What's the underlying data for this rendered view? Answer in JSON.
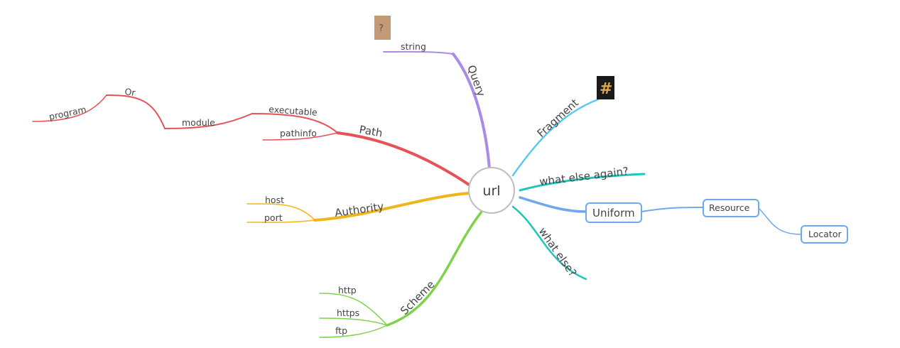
{
  "root": {
    "label": "url"
  },
  "colors": {
    "query": "#a98be8",
    "fragment": "#5bc8f2",
    "again": "#1fc6b8",
    "uniform": "#6fa7f0",
    "whatelse": "#1fc6b8",
    "scheme": "#7ed34a",
    "authority": "#efb51a",
    "path": "#e55357"
  },
  "branches": {
    "query": {
      "label": "Query",
      "children": [
        "string"
      ],
      "icon": "question-mark-image"
    },
    "fragment": {
      "label": "Fragment",
      "icon": "hash-image"
    },
    "again": {
      "label": "what else again?"
    },
    "uniform": {
      "label": "Uniform",
      "children": [
        "Resource"
      ],
      "grandchildren": [
        "Locator"
      ]
    },
    "whatelse": {
      "label": "what else?"
    },
    "scheme": {
      "label": "Scheme",
      "children": [
        "http",
        "https",
        "ftp"
      ]
    },
    "authority": {
      "label": "Authority",
      "children": [
        "host",
        "port"
      ]
    },
    "path": {
      "label": "Path",
      "children": [
        "executable",
        "pathinfo"
      ],
      "executable_children": [
        "module"
      ],
      "module_children": [
        "Or"
      ],
      "or_children": [
        "program"
      ]
    }
  }
}
